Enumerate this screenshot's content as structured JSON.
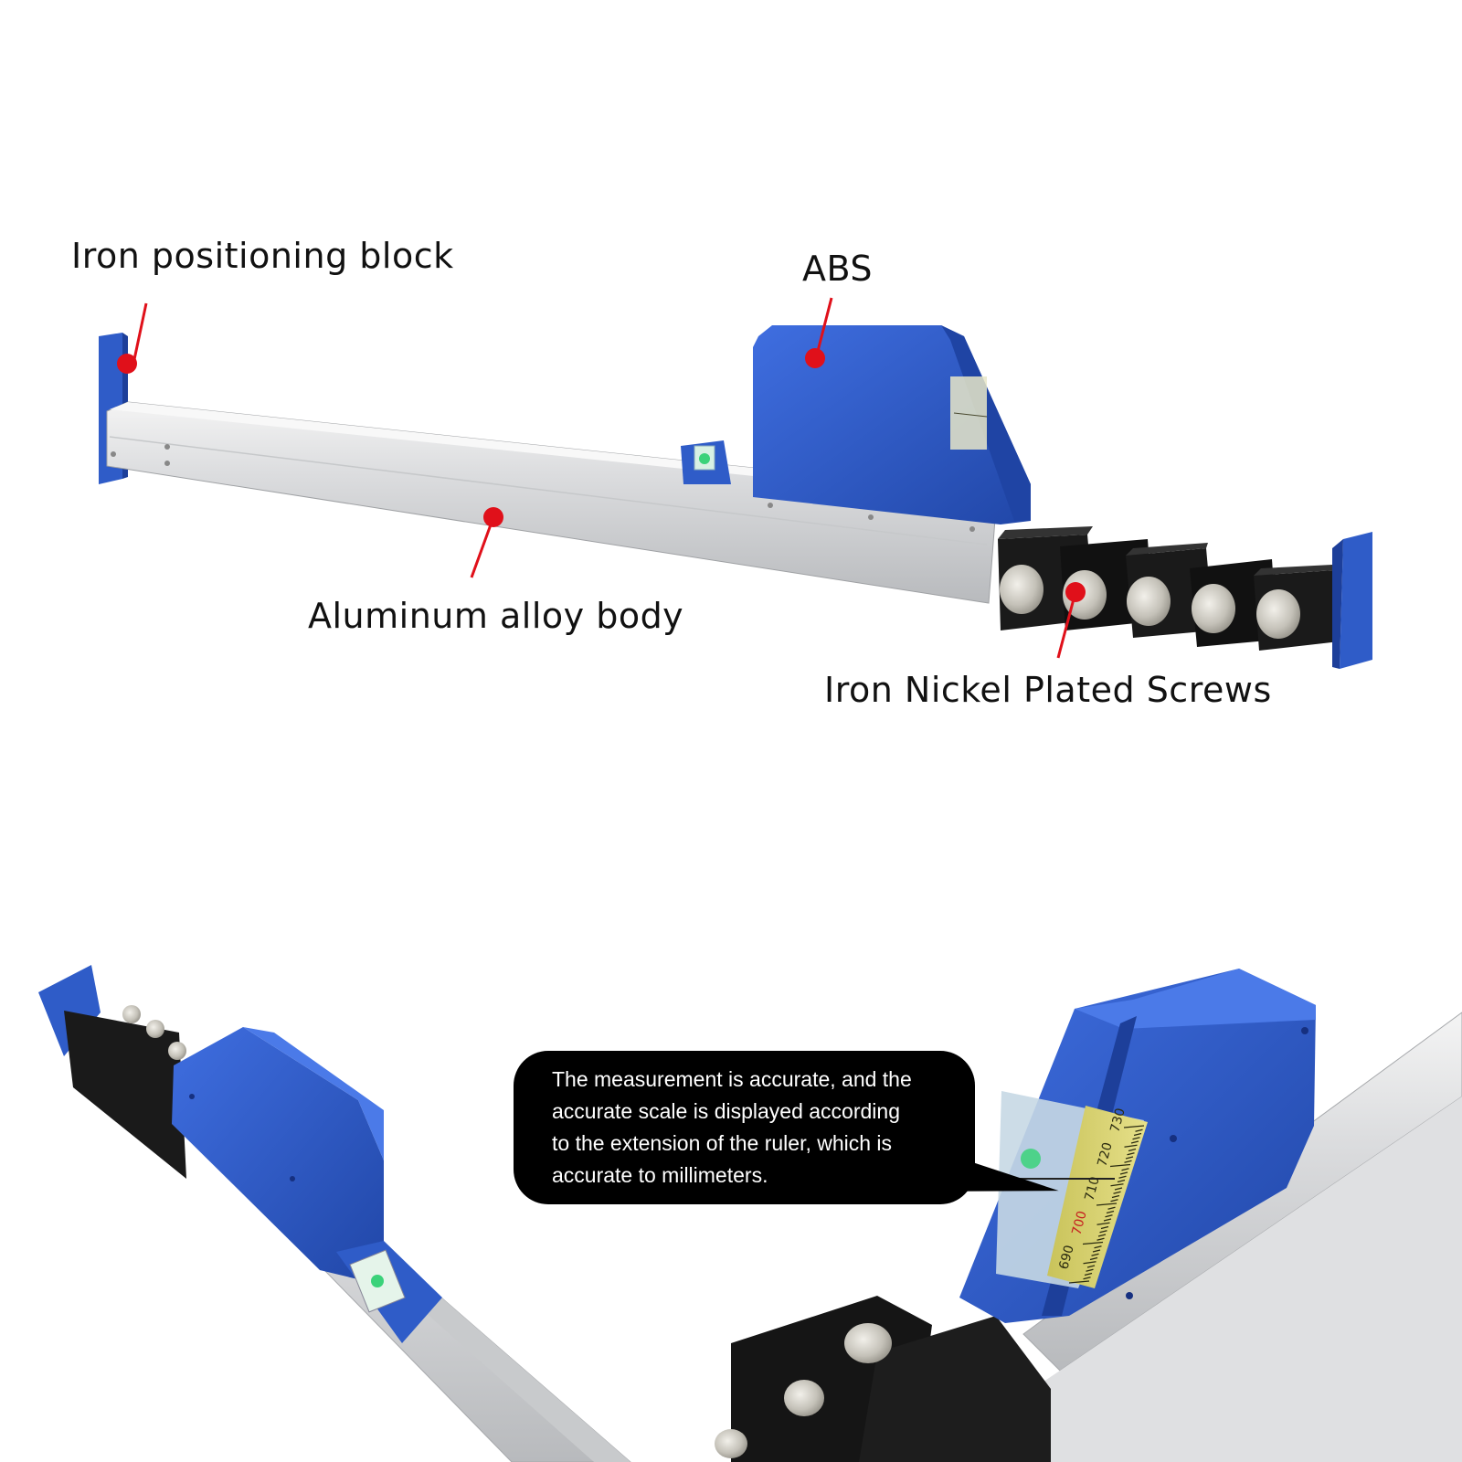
{
  "labels": {
    "iron_block": "Iron positioning block",
    "abs": "ABS",
    "aluminum": "Aluminum alloy body",
    "screws": "Iron Nickel Plated Screws"
  },
  "callout": {
    "text_lines": [
      "The measurement is accurate, and the",
      "accurate scale is displayed according",
      "to the extension of the ruler, which is",
      "accurate to millimeters."
    ]
  },
  "scale_marks": [
    "730",
    "720",
    "710",
    "700",
    "690"
  ],
  "colors": {
    "blue": "#2f5cc8",
    "blue_dark": "#1d3f9a",
    "aluminum": "#d9dadb",
    "marker": "#e0101a",
    "black": "#111111",
    "nickel": "#b8b6b0"
  }
}
